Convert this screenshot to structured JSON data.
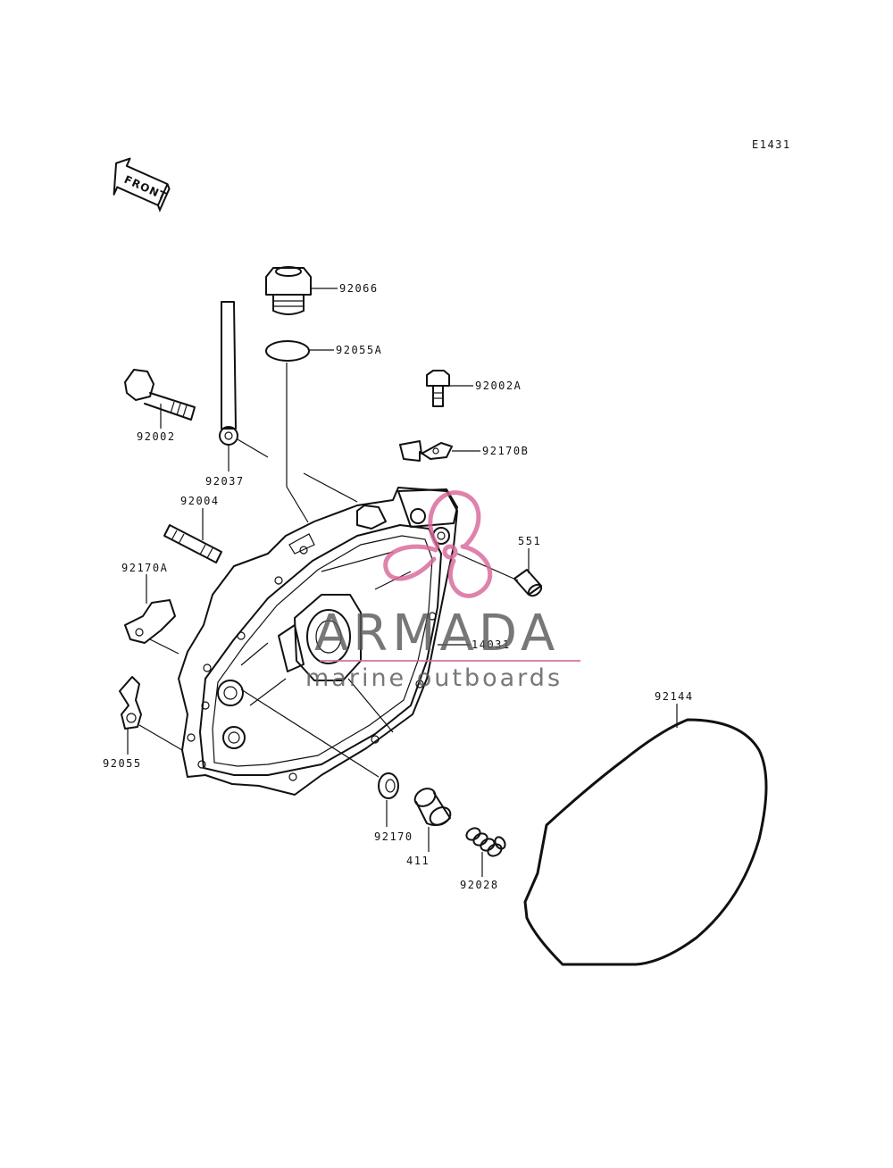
{
  "diagram": {
    "code": "E1431",
    "front_label": "FRONT",
    "parts": [
      {
        "id": "p-92066",
        "label": "92066"
      },
      {
        "id": "p-92055A",
        "label": "92055A"
      },
      {
        "id": "p-92002A",
        "label": "92002A"
      },
      {
        "id": "p-92002",
        "label": "92002"
      },
      {
        "id": "p-92037",
        "label": "92037"
      },
      {
        "id": "p-92170B",
        "label": "92170B"
      },
      {
        "id": "p-92004",
        "label": "92004"
      },
      {
        "id": "p-551",
        "label": "551"
      },
      {
        "id": "p-92170A",
        "label": "92170A"
      },
      {
        "id": "p-14031",
        "label": "14031"
      },
      {
        "id": "p-92055",
        "label": "92055"
      },
      {
        "id": "p-92170",
        "label": "92170"
      },
      {
        "id": "p-411",
        "label": "411"
      },
      {
        "id": "p-92028",
        "label": "92028"
      },
      {
        "id": "p-92144",
        "label": "92144"
      }
    ]
  },
  "watermark": {
    "brand": "ARMADA",
    "tagline": "marine outboards",
    "colors": {
      "text": "#5a5a5a",
      "accent": "#d9679a"
    }
  }
}
